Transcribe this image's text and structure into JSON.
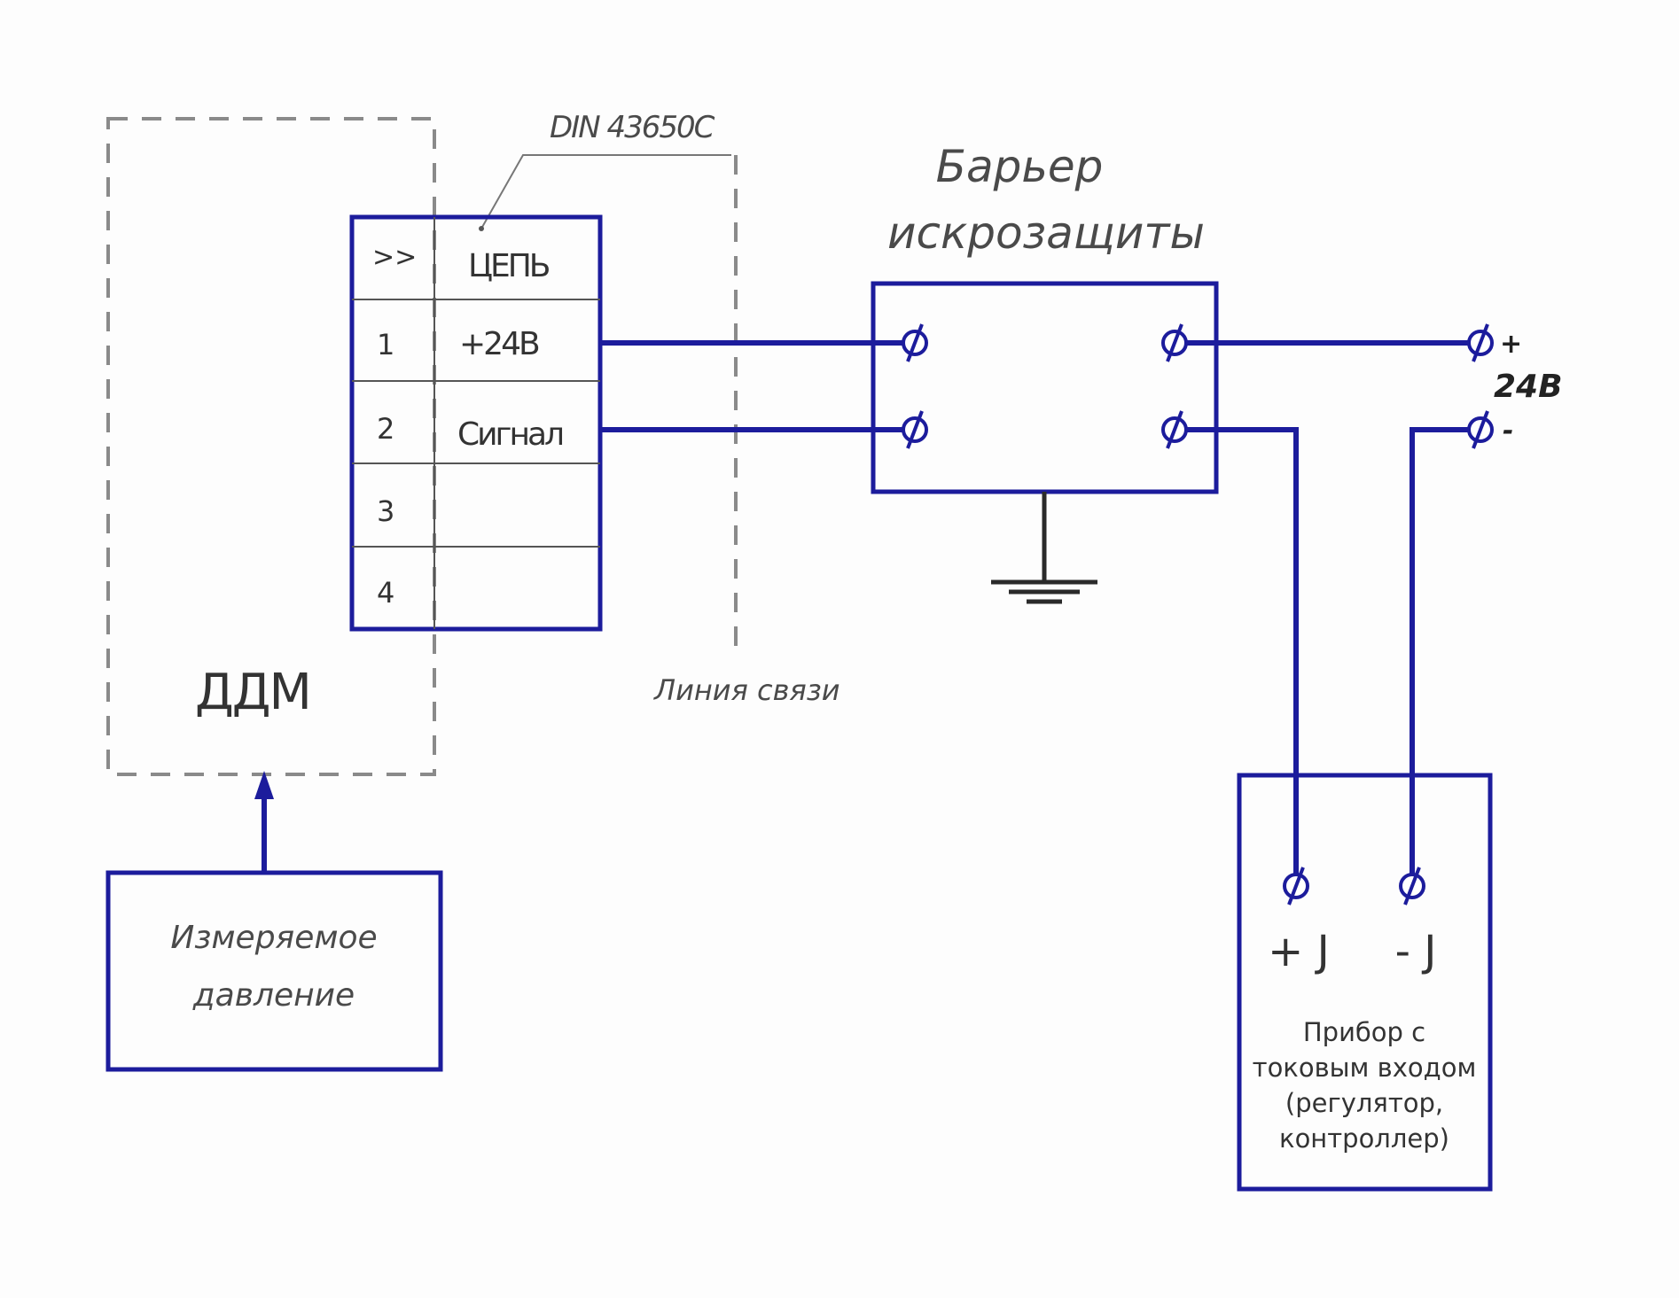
{
  "labels": {
    "connector_type": "DIN 43650C",
    "barrier_line1": "Барьер",
    "barrier_line2": "искрозащиты",
    "sensor": "ДДМ",
    "comm_line": "Линия связи",
    "pressure_line1": "Измеряемое",
    "pressure_line2": "давление",
    "supply_plus": "+",
    "supply_voltage": "24В",
    "supply_minus": "-",
    "current_plus": "+ J",
    "current_minus": "- J",
    "device_line1": "Прибор с",
    "device_line2": "токовым входом",
    "device_line3": "(регулятор,",
    "device_line4": "контроллер)"
  },
  "connector_table": {
    "rows": [
      {
        "pin": ">>",
        "circuit": "ЦЕПЬ"
      },
      {
        "pin": "1",
        "circuit": "+24В"
      },
      {
        "pin": "2",
        "circuit": "Сигнал"
      },
      {
        "pin": "3",
        "circuit": ""
      },
      {
        "pin": "4",
        "circuit": ""
      }
    ]
  },
  "colors": {
    "wire": "#1c1c9c",
    "dashed_outline": "#8a8a8a",
    "text": "#333333"
  }
}
